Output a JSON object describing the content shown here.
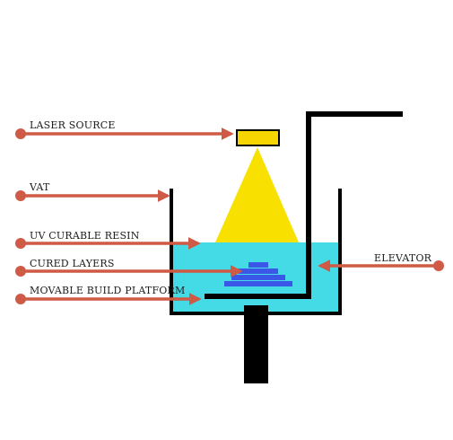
{
  "labels": {
    "laser_source": "LASER SOURCE",
    "vat": "VAT",
    "uv_curable_resin": "UV CURABLE RESIN",
    "cured_layers": "CURED LAYERS",
    "movable_build_platform": "MOVABLE BUILD PLATFORM",
    "elevator": "ELEVATOR"
  },
  "colors": {
    "arrow": "#cf5a45",
    "structure": "#000000",
    "laser_source": "#f6d500",
    "laser_beam": "#f8e000",
    "resin": "#45dbe6",
    "cured_layers": "#3a57e8"
  }
}
